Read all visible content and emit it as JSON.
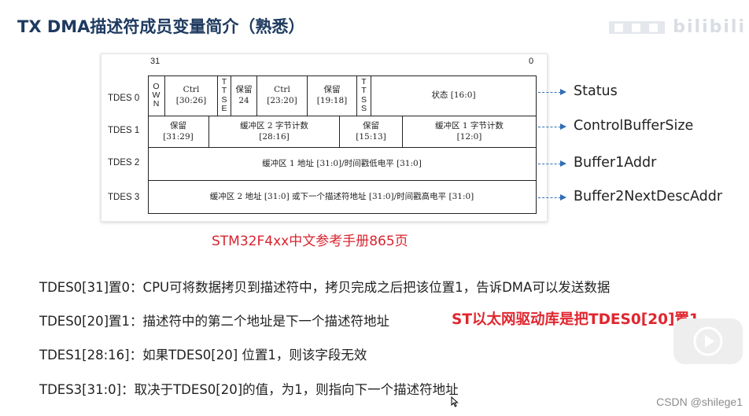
{
  "title": "TX DMA描述符成员变量简介（熟悉）",
  "watermark": "bilibili",
  "figure": {
    "bit_high": "31",
    "bit_low": "0",
    "rows": [
      {
        "label": "TDES 0"
      },
      {
        "label": "TDES 1"
      },
      {
        "label": "TDES 2"
      },
      {
        "label": "TDES 3"
      }
    ],
    "tdes0": {
      "own": [
        "O",
        "W",
        "N"
      ],
      "ctrl_a": "Ctrl",
      "ctrl_a_bits": "[30:26]",
      "ttse": [
        "T",
        "T",
        "S",
        "E"
      ],
      "rsv_a": "保留",
      "rsv_a_bits": "24",
      "ctrl_b": "Ctrl",
      "ctrl_b_bits": "[23:20]",
      "rsv_b": "保留",
      "rsv_b_bits": "[19:18]",
      "ttss": [
        "T",
        "T",
        "S",
        "S"
      ],
      "status": "状态 [16:0]"
    },
    "tdes1": {
      "rsv_a": "保留",
      "rsv_a_bits": "[31:29]",
      "buf2": "缓冲区 2 字节计数",
      "buf2_bits": "[28:16]",
      "rsv_b": "保留",
      "rsv_b_bits": "[15:13]",
      "buf1": "缓冲区 1 字节计数",
      "buf1_bits": "[12:0]"
    },
    "tdes2": "缓冲区 1 地址 [31:0]/时间戳低电平 [31:0]",
    "tdes3": "缓冲区 2 地址 [31:0] 或下一个描述符地址 [31:0]/时间戳高电平 [31:0]"
  },
  "fields": [
    "Status",
    "ControlBufferSize",
    "Buffer1Addr",
    "Buffer2NextDescAddr"
  ],
  "caption": "STM32F4xx中文参考手册865页",
  "notes": [
    "TDES0[31]置0：CPU可将数据拷贝到描述符中，拷贝完成之后把该位置1，告诉DMA可以发送数据",
    "TDES0[20]置1：描述符中的第二个地址是下一个描述符地址",
    "TDES1[28:16]：如果TDES0[20] 位置1，则该字段无效",
    "TDES3[31:0]：取决于TDES0[20]的值，为1，则指向下一个描述符地址"
  ],
  "highlight": "ST以太网驱动库是把TDES0[20]置1",
  "csdn": "CSDN @shilege1",
  "colors": {
    "title": "#1e3a5f",
    "caption": "#d9232e",
    "highlight": "#e0262f",
    "arrow": "#2f6db5"
  }
}
